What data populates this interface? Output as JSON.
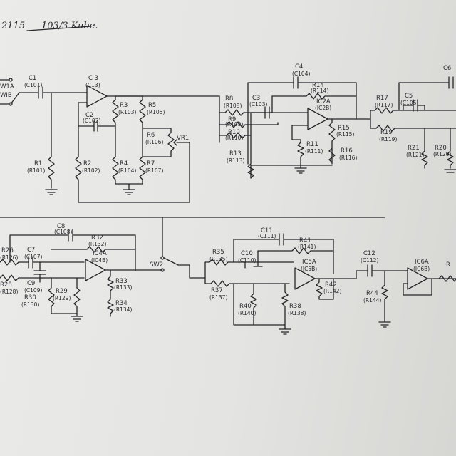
{
  "title": {
    "model": "2115",
    "author": "103/3 Kube."
  },
  "labels": {
    "sw1a": "W1A",
    "sw1b": "WIB",
    "c1": "C1",
    "c101": "(C101)",
    "r1": "R1",
    "r101": "(R101)",
    "c_top": "C 3",
    "c13": "(C13)",
    "c2": "C2",
    "c102": "(C102)",
    "r2": "R2",
    "r102": "(R102)",
    "r3": "R3",
    "r103": "(R103)",
    "r4": "R4",
    "r104": "(R104)",
    "r5": "R5",
    "r105": "(R105)",
    "r6": "R6",
    "r106": "(R106)",
    "r7": "R7",
    "r107": "(R107)",
    "vr1": "VR1",
    "r8": "R8",
    "r108": "(R108)",
    "r9": "R9",
    "r109": "(R109)",
    "r10": "R10",
    "r110": "(R110)",
    "r13": "R13",
    "r113": "(R113)",
    "c3": "C3",
    "c103": "(C103)",
    "c4": "C4",
    "c104": "(C104)",
    "r14": "R14",
    "r114": "(R114)",
    "ic2a": "IC2A",
    "ic2b": "(IC2B)",
    "r11": "R11",
    "r111": "(R111)",
    "r15": "R15",
    "r115": "(R115)",
    "r16": "R16",
    "r116": "(R116)",
    "r17": "R17",
    "r117": "(R117)",
    "r19": "R19",
    "r119": "(R119)",
    "c5": "C5",
    "c105": "(C105)",
    "c6": "C6",
    "r21": "R21",
    "r121": "(R121)",
    "r20": "R20",
    "r120": "(R120)",
    "r26": "R26",
    "r126": "(R126)",
    "c7": "C7",
    "c107": "(C107)",
    "r28": "R28",
    "r128": "(R128)",
    "c8": "C8",
    "c108": "(C108)",
    "c9": "C9",
    "c109": "(C109)",
    "r32": "R32",
    "r132": "(R132)",
    "ic4a": "IC4A",
    "ic4b": "(IC4B)",
    "r29": "R29",
    "r129": "(R129)",
    "r30": "R30",
    "r130": "(R130)",
    "r33": "R33",
    "r133": "(R133)",
    "r34": "R34",
    "r134": "(R134)",
    "sw2": "SW2",
    "r35": "R35",
    "r135": "(R135)",
    "r37": "R37",
    "r137": "(R137)",
    "c10": "C10",
    "c110": "(C110)",
    "c11": "C11",
    "c111": "(C111)",
    "r41": "R41",
    "r141": "(R141)",
    "ic5a": "IC5A",
    "ic5b": "(IC5B)",
    "r42": "R42",
    "r142": "(R142)",
    "r40": "R40",
    "r140": "(R140)",
    "r38": "R38",
    "r138": "(R138)",
    "c12": "C12",
    "c112": "(C112)",
    "r44": "R44",
    "r144": "(R144)",
    "ic6a": "IC6A",
    "ic6b": "(IC6B)",
    "r_out": "R"
  }
}
